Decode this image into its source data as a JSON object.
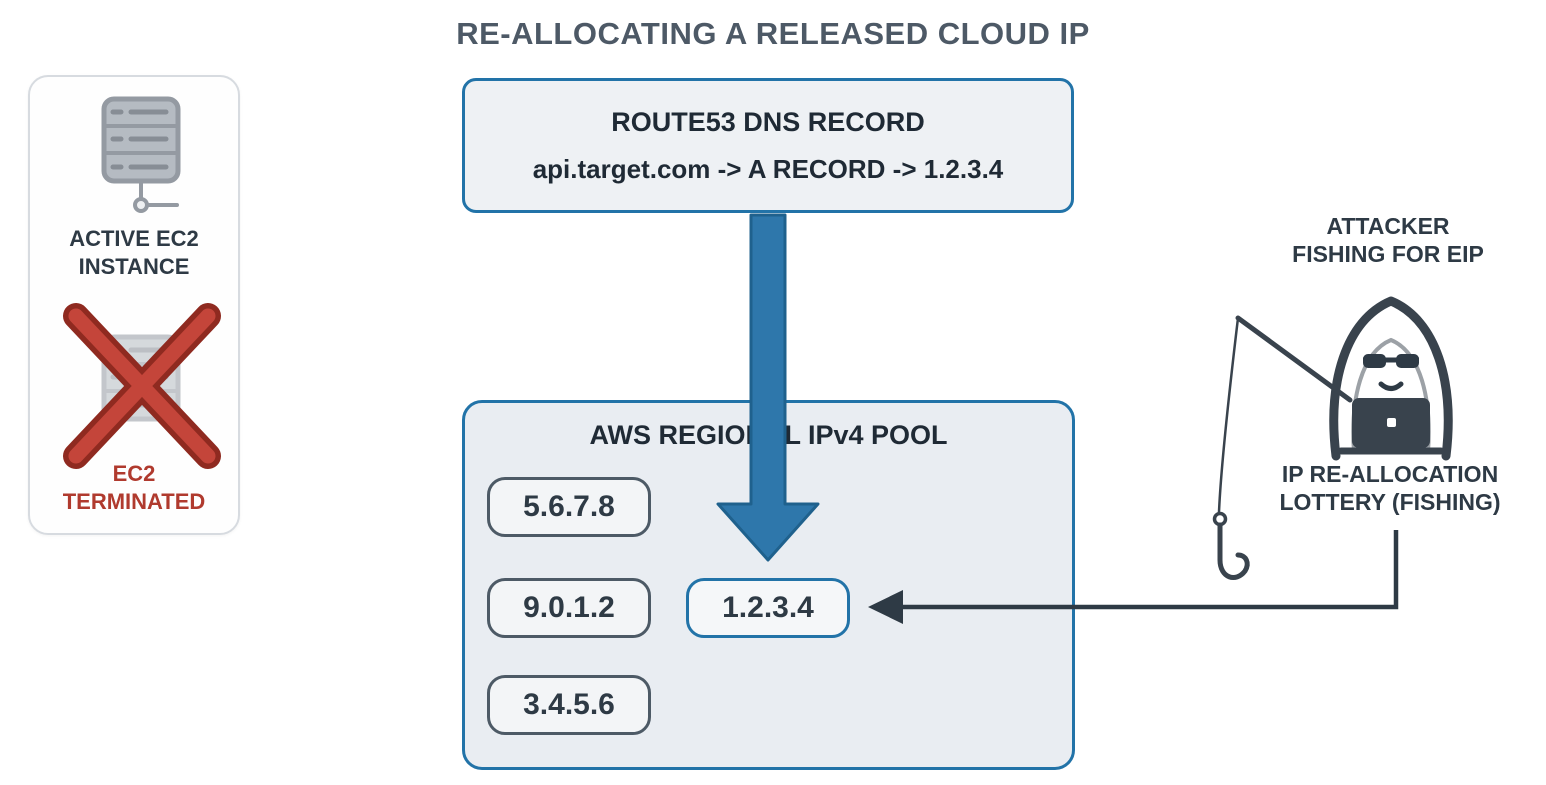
{
  "title": "RE-ALLOCATING A RELEASED CLOUD IP",
  "left_panel": {
    "active_line1": "ACTIVE EC2",
    "active_line2": "INSTANCE",
    "terminated_line1": "EC2",
    "terminated_line2": "TERMINATED"
  },
  "dns_box": {
    "title": "ROUTE53 DNS RECORD",
    "record": "api.target.com -> A RECORD -> 1.2.3.4"
  },
  "pool_box": {
    "title": "AWS REGIONAL IPv4 POOL",
    "ips": [
      "5.6.7.8",
      "9.0.1.2",
      "3.4.5.6"
    ],
    "highlighted_ip": "1.2.3.4"
  },
  "attacker": {
    "label_line1": "ATTACKER",
    "label_line2": "FISHING FOR EIP",
    "caption_line1": "IP RE-ALLOCATION",
    "caption_line2": "LOTTERY (FISHING)"
  },
  "colors": {
    "accent_blue": "#2e77ab",
    "accent_blue_border": "#2273a8",
    "danger_red": "#b7392b",
    "dark_text": "#2e3a45",
    "slate_title": "#4d5966"
  }
}
